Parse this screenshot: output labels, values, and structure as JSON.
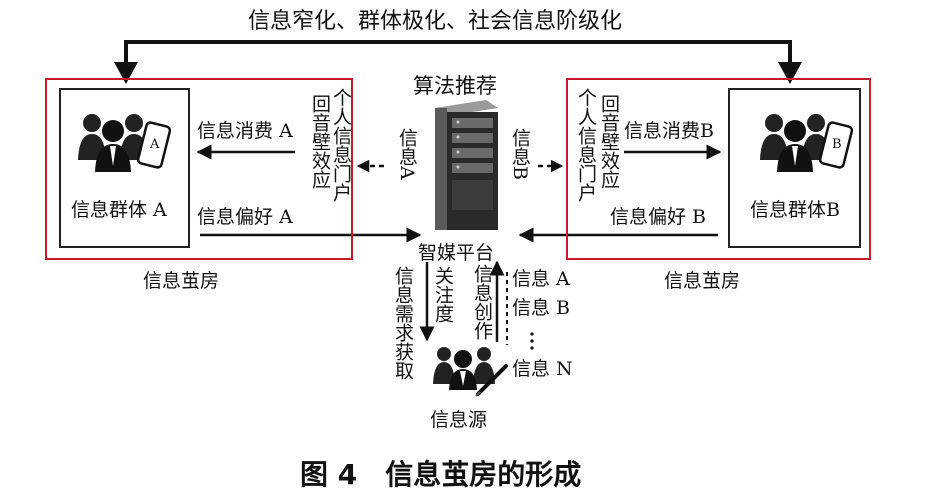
{
  "top_title": "信息窄化、群体极化、社会信息阶级化",
  "algo_label": "算法推荐",
  "platform_label": "智媒平台",
  "left": {
    "group_label": "信息群体 A",
    "badge": "A",
    "consume_label": "信息消费 A",
    "prefer_label": "信息偏好 A",
    "echo_label": "回音壁效应",
    "portal_label": "个人信息门户",
    "info_label": "信息A",
    "cocoon_label": "信息茧房"
  },
  "right": {
    "group_label": "信息群体B",
    "badge": "B",
    "consume_label": "信息消费B",
    "prefer_label": "信息偏好 B",
    "echo_label": "回音壁效应",
    "portal_label": "个人信息门户",
    "info_label": "信息B",
    "cocoon_label": "信息茧房"
  },
  "bottom": {
    "demand_label": "信息需求获取",
    "attention_label": "关注度",
    "creation_label": "信息创作",
    "info_a": "信息 A",
    "info_b": "信息 B",
    "info_n": "信息 N",
    "source_label": "信息源"
  },
  "caption": "图 4　信息茧房的形成"
}
